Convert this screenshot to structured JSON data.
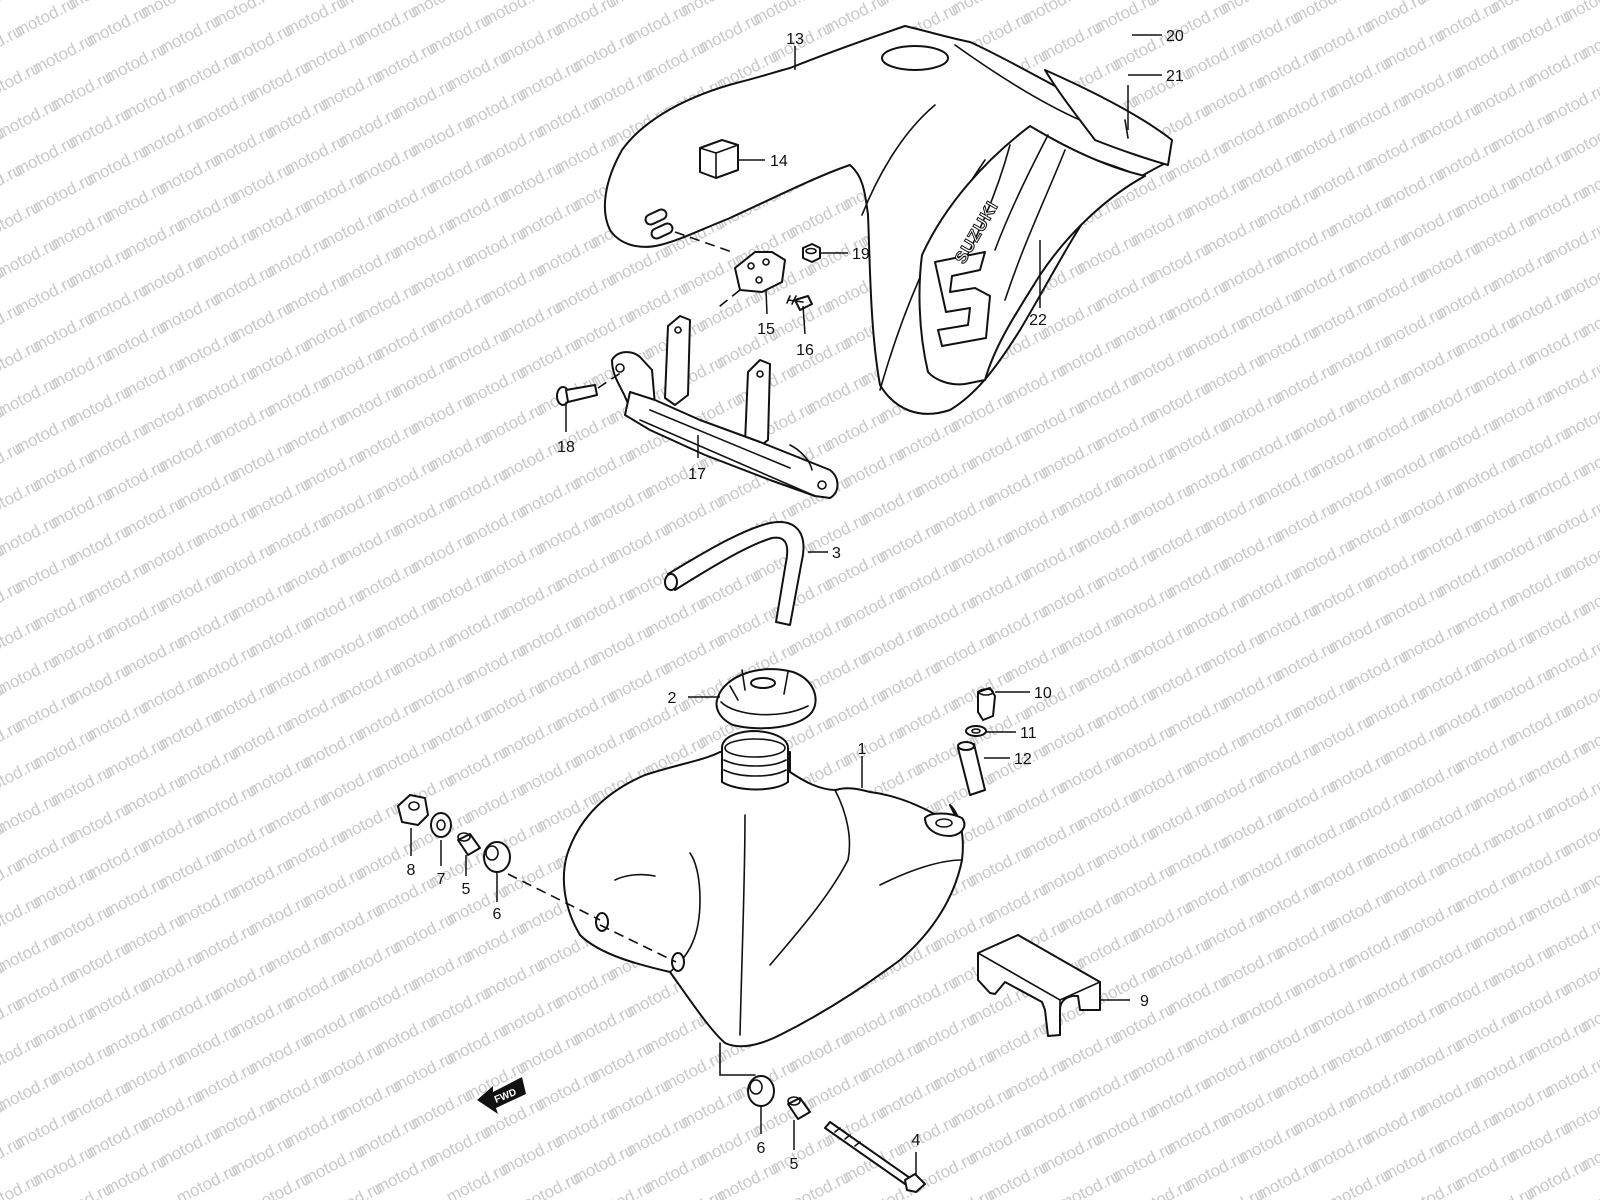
{
  "watermark": {
    "text": "motod.ru"
  },
  "decal": {
    "brand": "SUZUKI"
  },
  "fwd_arrow": {
    "label": "FWD"
  },
  "callouts": [
    {
      "id": "c13",
      "number": "13"
    },
    {
      "id": "c20",
      "number": "20"
    },
    {
      "id": "c21",
      "number": "21"
    },
    {
      "id": "c14",
      "number": "14"
    },
    {
      "id": "c19",
      "number": "19"
    },
    {
      "id": "c15",
      "number": "15"
    },
    {
      "id": "c16",
      "number": "16"
    },
    {
      "id": "c22",
      "number": "22"
    },
    {
      "id": "c18",
      "number": "18"
    },
    {
      "id": "c17",
      "number": "17"
    },
    {
      "id": "c3",
      "number": "3"
    },
    {
      "id": "c2",
      "number": "2"
    },
    {
      "id": "c10",
      "number": "10"
    },
    {
      "id": "c11",
      "number": "11"
    },
    {
      "id": "c12",
      "number": "12"
    },
    {
      "id": "c1",
      "number": "1"
    },
    {
      "id": "c8",
      "number": "8"
    },
    {
      "id": "c7",
      "number": "7"
    },
    {
      "id": "c5a",
      "number": "5"
    },
    {
      "id": "c6a",
      "number": "6"
    },
    {
      "id": "c9",
      "number": "9"
    },
    {
      "id": "c6b",
      "number": "6"
    },
    {
      "id": "c5b",
      "number": "5"
    },
    {
      "id": "c4",
      "number": "4"
    }
  ]
}
